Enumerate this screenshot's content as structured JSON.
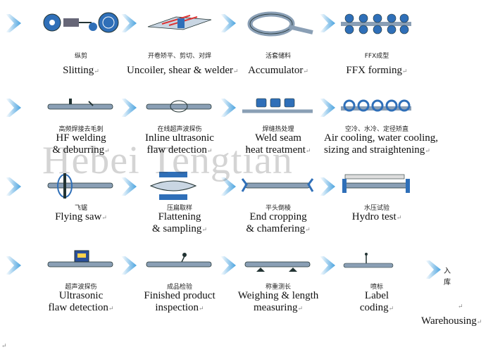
{
  "colors": {
    "arrow": "#4aa3df",
    "steel": "#8a9fb5",
    "accent": "#2f6fb8",
    "dark": "#233"
  },
  "steps": [
    {
      "cn": "纵剪",
      "en": [
        "Slitting"
      ],
      "icon": "slitting-machine-icon"
    },
    {
      "cn": "开卷矫平、剪切、对焊",
      "en": [
        "Uncoiler, shear & welder"
      ],
      "icon": "uncoiler-welder-icon"
    },
    {
      "cn": "活套储料",
      "en": [
        "Accumulator"
      ],
      "icon": "accumulator-icon"
    },
    {
      "cn": "FFX成型",
      "en": [
        "FFX forming"
      ],
      "icon": "forming-rolls-icon"
    },
    {
      "cn": "高频焊接去毛刺",
      "en": [
        "HF welding",
        "& deburring"
      ],
      "icon": "hf-welding-icon"
    },
    {
      "cn": "在线超声波探伤",
      "en": [
        "Inline ultrasonic",
        "flaw detection"
      ],
      "icon": "inline-ultrasonic-icon"
    },
    {
      "cn": "焊缝热处理",
      "en": [
        "Weld seam",
        "heat treatment"
      ],
      "icon": "heat-treatment-icon"
    },
    {
      "cn": "空冷、水冷、定径矫直",
      "en": [
        "Air cooling, water cooling,",
        "sizing and straightening"
      ],
      "icon": "cooling-sizing-icon"
    },
    {
      "cn": "飞锯",
      "en": [
        "Flying saw"
      ],
      "icon": "flying-saw-icon"
    },
    {
      "cn": "压扁取样",
      "en": [
        "Flattening",
        "& sampling"
      ],
      "icon": "flattening-icon"
    },
    {
      "cn": "平头倒棱",
      "en": [
        "End cropping",
        "& chamfering"
      ],
      "icon": "end-cropping-icon"
    },
    {
      "cn": "水压试验",
      "en": [
        "Hydro test"
      ],
      "icon": "hydro-test-icon"
    },
    {
      "cn": "超声波探伤",
      "en": [
        "Ultrasonic",
        "flaw detection"
      ],
      "icon": "ultrasonic-tester-icon"
    },
    {
      "cn": "成品检验",
      "en": [
        "Finished product",
        "inspection"
      ],
      "icon": "inspection-icon"
    },
    {
      "cn": "称重测长",
      "en": [
        "Weighing & length",
        "measuring"
      ],
      "icon": "weighing-icon"
    },
    {
      "cn": "喷标",
      "en": [
        "Label",
        "coding"
      ],
      "icon": "label-coding-icon"
    }
  ],
  "final_step": {
    "cn": "入库",
    "en": "Warehousing"
  },
  "watermark": "Hebei Tengtian"
}
